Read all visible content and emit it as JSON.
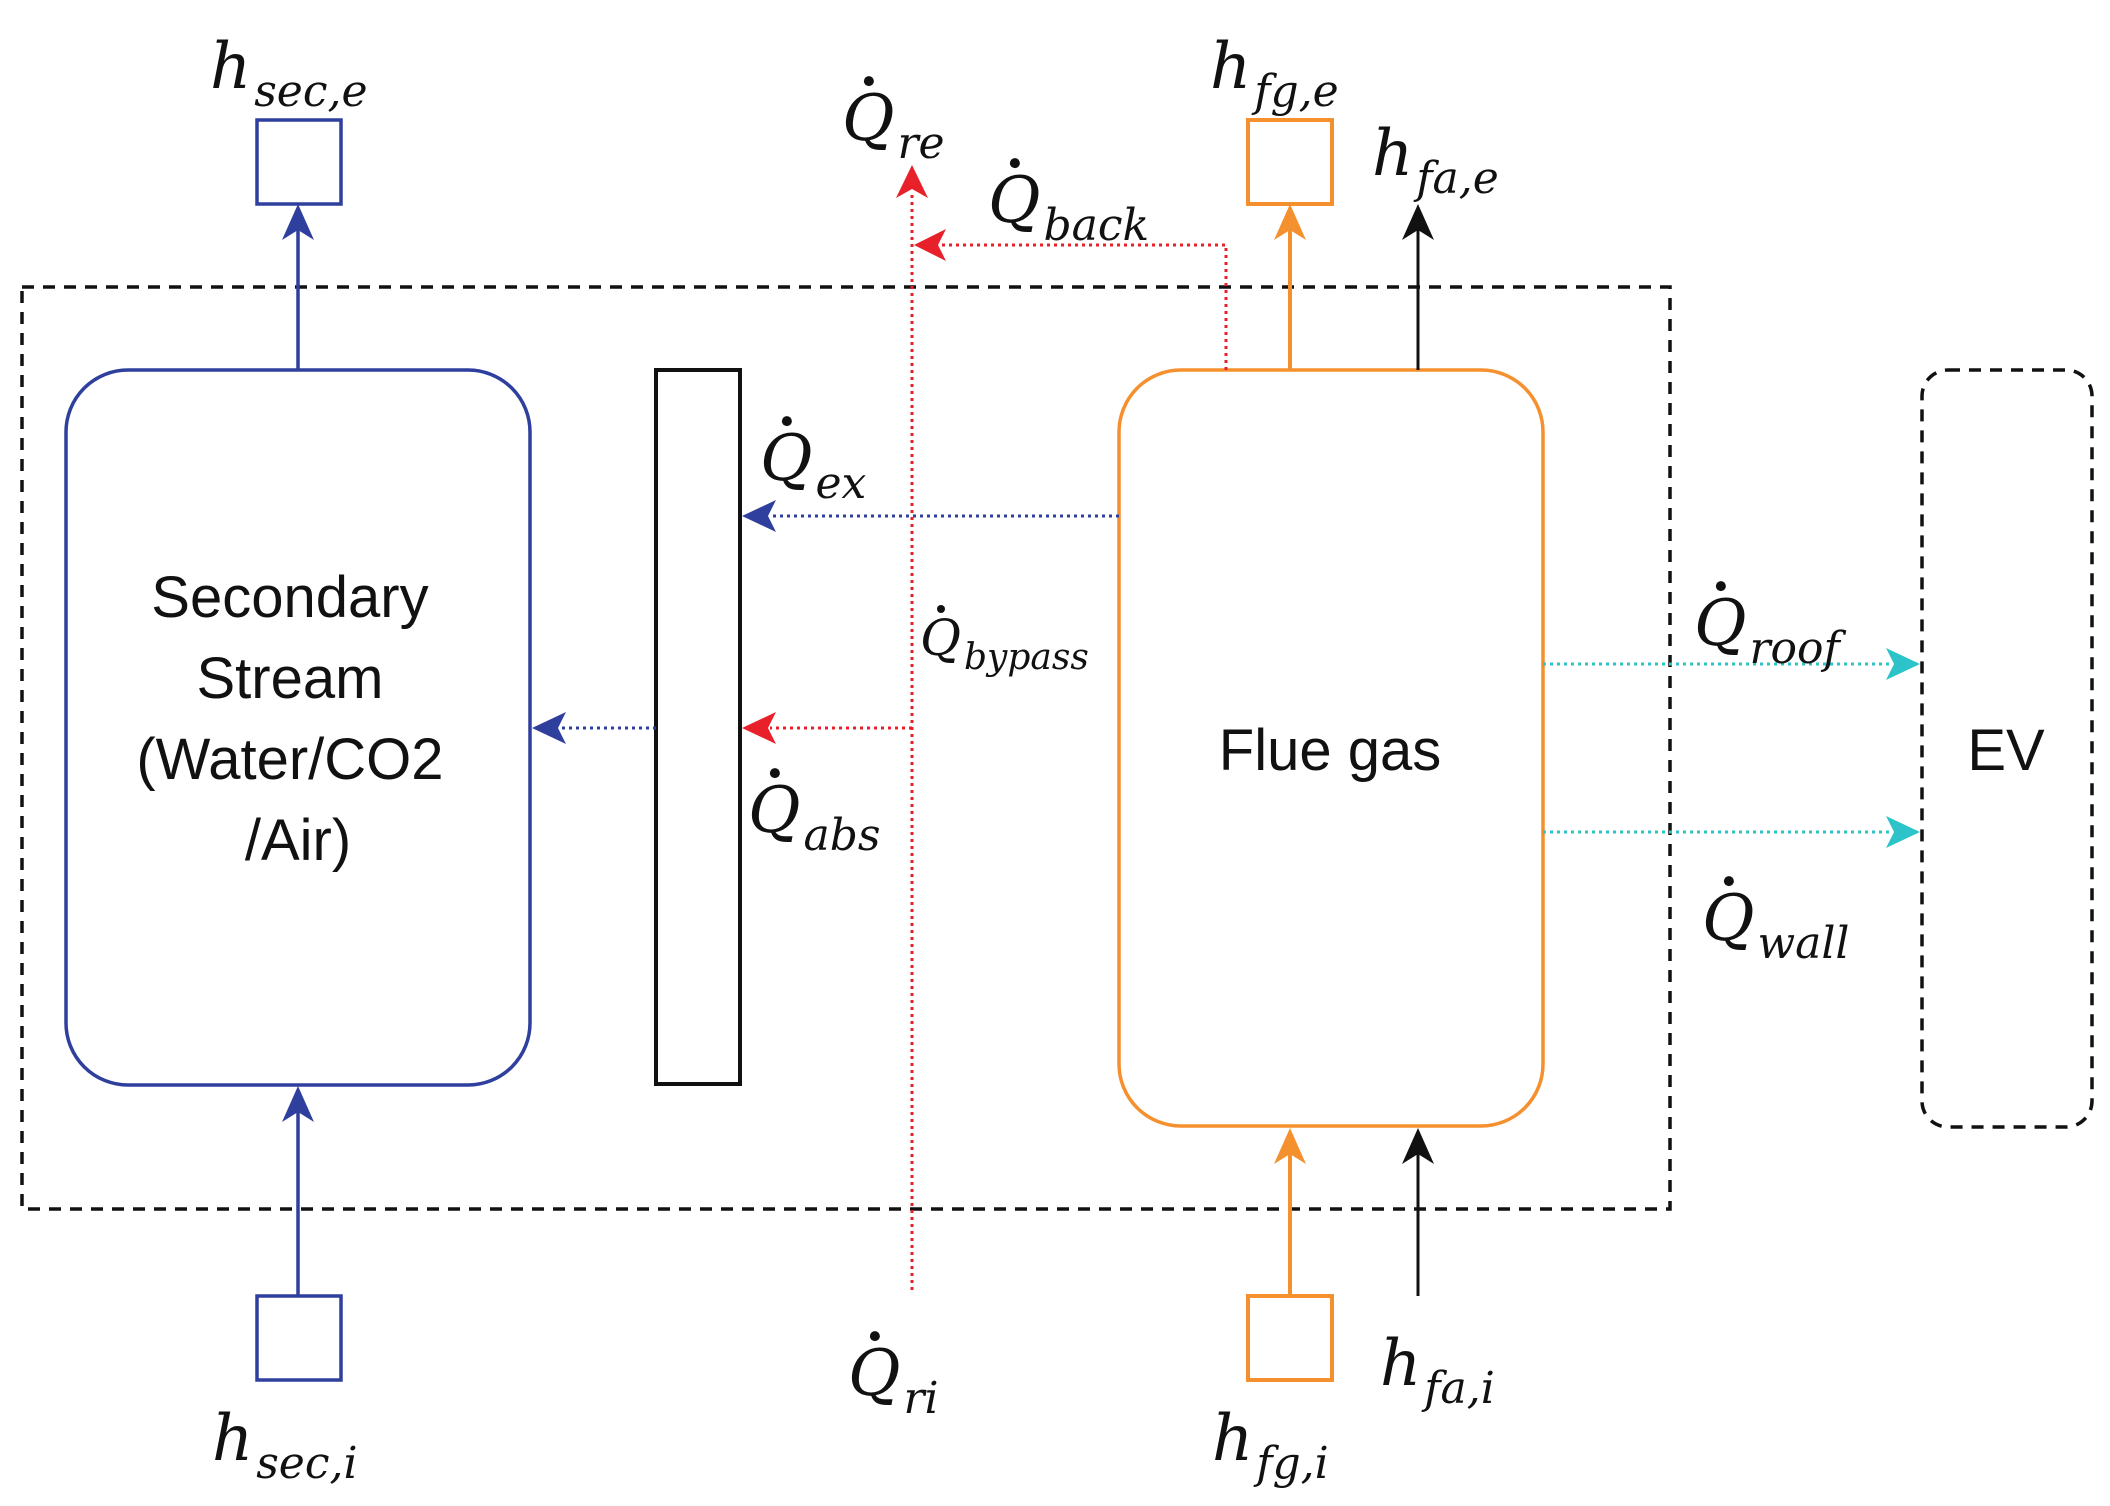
{
  "boxes": {
    "secondary_lines": [
      "Secondary",
      "Stream",
      "(Water/CO2",
      "/Air)"
    ],
    "flue_gas": "Flue gas",
    "ev": "EV"
  },
  "labels": {
    "h_sec_e": {
      "base": "h",
      "sub": "sec,e",
      "dot": false
    },
    "h_sec_i": {
      "base": "h",
      "sub": "sec,i",
      "dot": false
    },
    "h_fg_e": {
      "base": "h",
      "sub": "fg,e",
      "dot": false
    },
    "h_fg_i": {
      "base": "h",
      "sub": "fg,i",
      "dot": false
    },
    "h_fa_e": {
      "base": "h",
      "sub": "fa,e",
      "dot": false
    },
    "h_fa_i": {
      "base": "h",
      "sub": "fa,i",
      "dot": false
    },
    "q_re": {
      "base": "Q",
      "sub": "re",
      "dot": true
    },
    "q_back": {
      "base": "Q",
      "sub": "back",
      "dot": true
    },
    "q_ex": {
      "base": "Q",
      "sub": "ex",
      "dot": true
    },
    "q_bypass": {
      "base": "Q",
      "sub": "bypass",
      "dot": true
    },
    "q_abs": {
      "base": "Q",
      "sub": "abs",
      "dot": true
    },
    "q_roof": {
      "base": "Q",
      "sub": "roof",
      "dot": true
    },
    "q_wall": {
      "base": "Q",
      "sub": "wall",
      "dot": true
    },
    "q_ri": {
      "base": "Q",
      "sub": "ri",
      "dot": true
    }
  },
  "colors": {
    "secondary": "#2e3f9e",
    "flue_gas": "#f5902f",
    "radiation": "#e8202a",
    "loss": "#2cc3c9",
    "neutral": "#111111"
  }
}
